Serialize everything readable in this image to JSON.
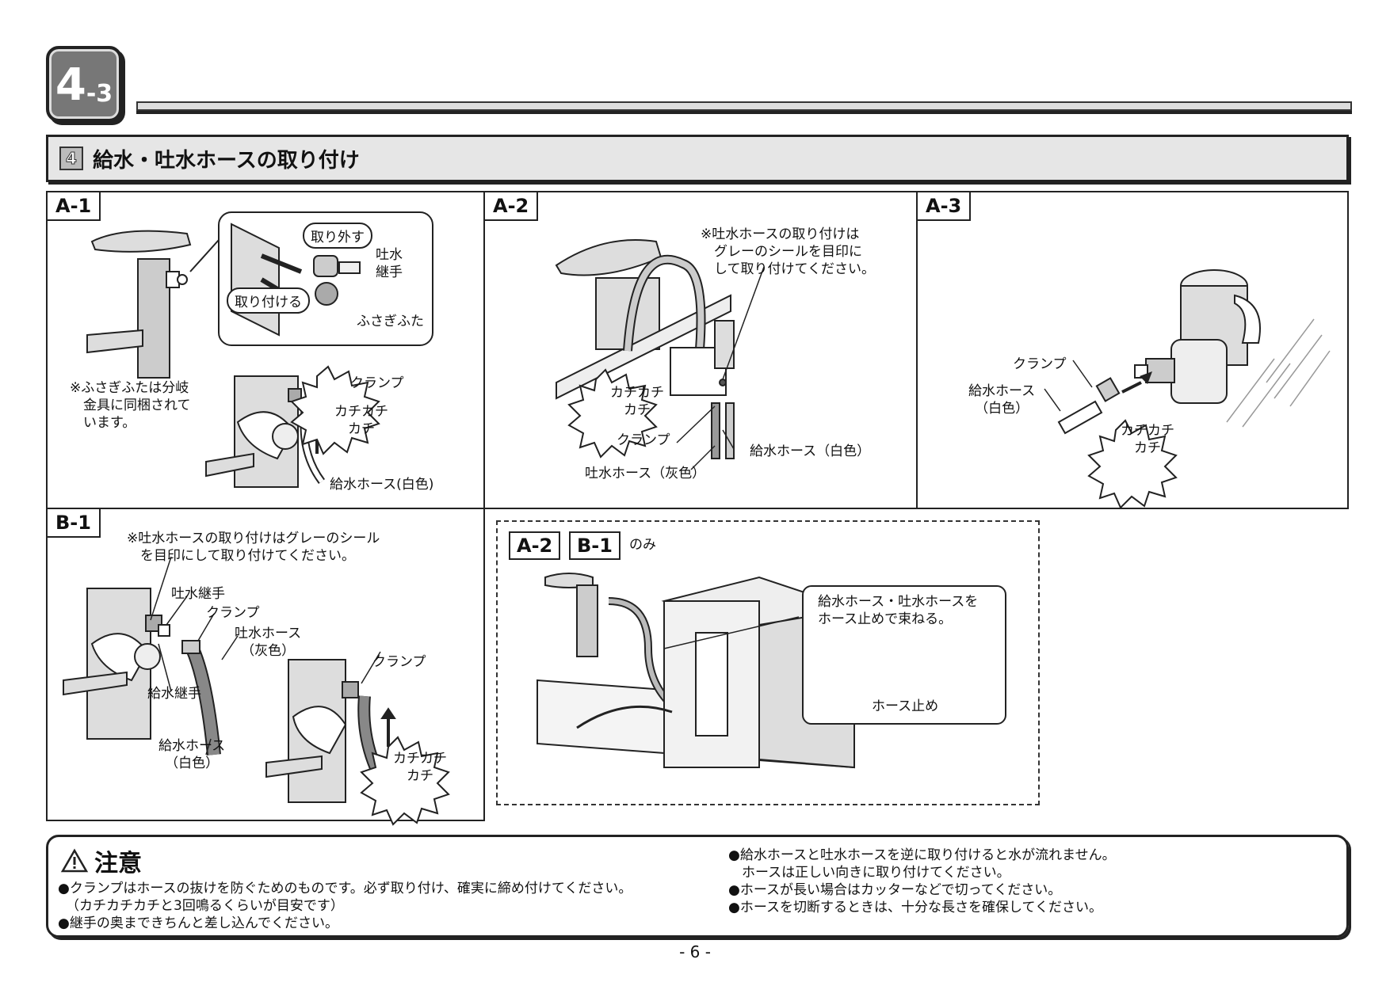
{
  "section": {
    "number": "4",
    "sub": "-3"
  },
  "step": {
    "number": "4",
    "title": "給水・吐水ホースの取り付け"
  },
  "panels": {
    "a1": {
      "tag": "A-1",
      "remove": "取り外す",
      "attach": "取り付ける",
      "outlet_joint": "吐水\n継手",
      "cap": "ふさぎふた",
      "note": "※ふさぎふたは分岐\n　金具に同梱されて\n　います。",
      "clamp": "クランプ",
      "click": "カチカチ\nカチ",
      "supply_hose": "給水ホース(白色)"
    },
    "a2": {
      "tag": "A-2",
      "note": "※吐水ホースの取り付けは\n　グレーのシールを目印に\n　して取り付けてください。",
      "click": "カチカチ\nカチ",
      "clamp": "クランプ",
      "outlet_hose": "吐水ホース（灰色）",
      "supply_hose": "給水ホース（白色）"
    },
    "a3": {
      "tag": "A-3",
      "clamp": "クランプ",
      "supply_hose": "給水ホース\n（白色）",
      "click": "カチカチ\nカチ"
    },
    "b1": {
      "tag": "B-1",
      "note": "※吐水ホースの取り付けはグレーのシール\n　を目印にして取り付けてください。",
      "outlet_joint": "吐水継手",
      "clamp1": "クランプ",
      "outlet_hose": "吐水ホース\n（灰色）",
      "supply_joint": "給水継手",
      "supply_hose": "給水ホース\n（白色）",
      "clamp2": "クランプ",
      "click": "カチカチ\nカチ"
    },
    "ab": {
      "tag1": "A-2",
      "tag2": "B-1",
      "only": "のみ",
      "bundle": "給水ホース・吐水ホースを\nホース止めで束ねる。",
      "hose_stop": "ホース止め"
    }
  },
  "caution": {
    "title": "注意",
    "left": [
      "●クランプはホースの抜けを防ぐためのものです。必ず取り付け、確実に締め付けてください。",
      "（カチカチカチと3回鳴るくらいが目安です）",
      "●継手の奥まできちんと差し込んでください。"
    ],
    "right": [
      "●給水ホースと吐水ホースを逆に取り付けると水が流れません。",
      "　ホースは正しい向きに取り付けてください。",
      "●ホースが長い場合はカッターなどで切ってください。",
      "●ホースを切断するときは、十分な長さを確保してください。"
    ]
  },
  "page_number": "- 6 -"
}
